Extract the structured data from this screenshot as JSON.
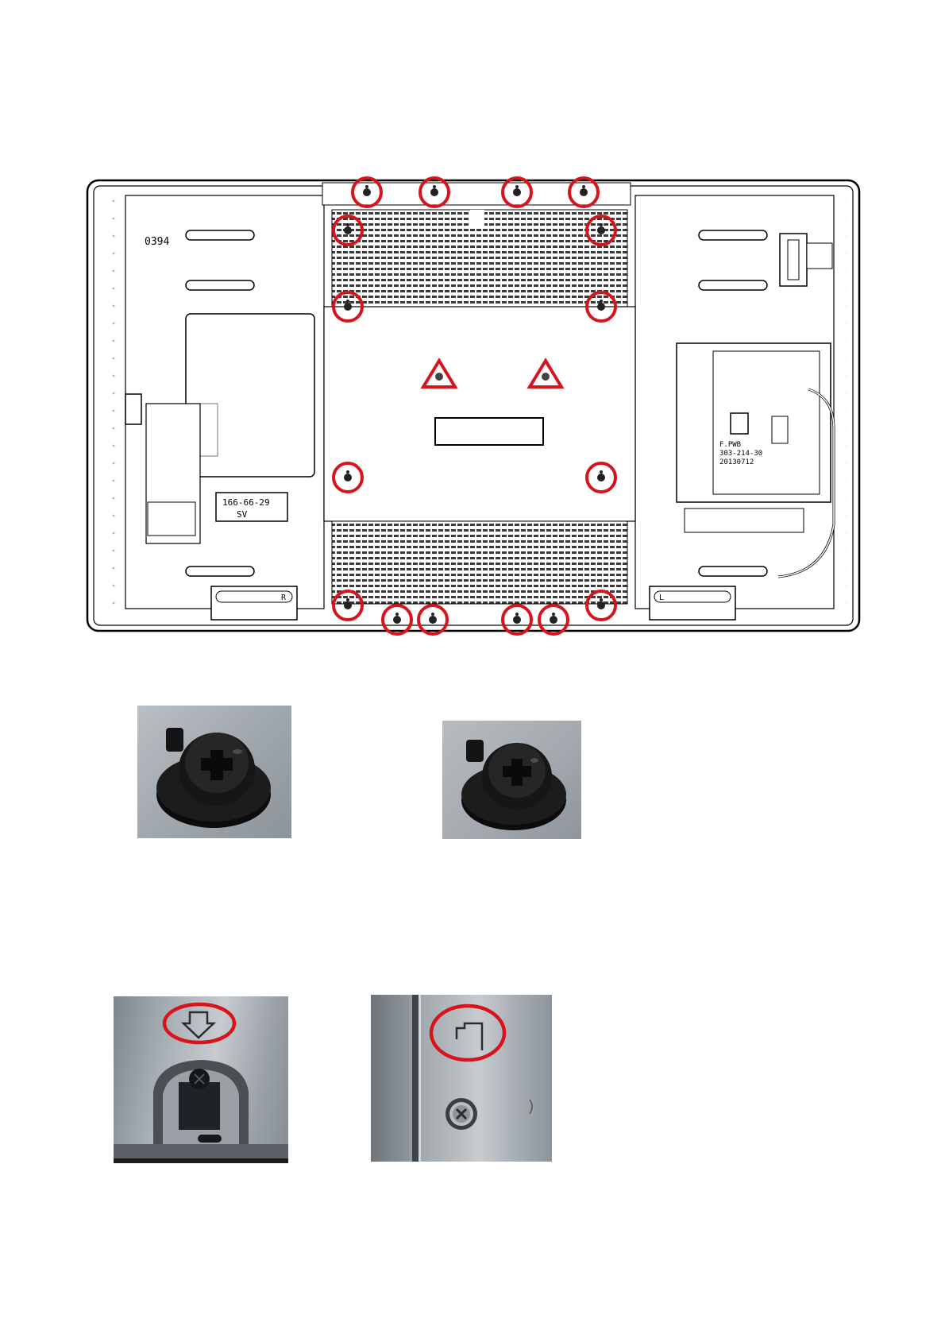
{
  "diagram": {
    "panel_labels": {
      "serial": "0394",
      "sticker": "166-66-29",
      "sticker2": "SV",
      "board_model": "F.PWB",
      "board_part": "303-214-30",
      "board_date": "20130712",
      "side_right": "R",
      "side_left": "L"
    },
    "highlight_color": "#d7131b",
    "warning_icon": "warning-triangle-icon",
    "screw_icon": "screw-marker-icon"
  },
  "photos": [
    {
      "name": "screw-photo-large",
      "subject": "black flange screw"
    },
    {
      "name": "screw-photo-small",
      "subject": "black flange screw"
    },
    {
      "name": "arrow-mark-photo",
      "subject": "arrow marking above bracket"
    },
    {
      "name": "step-mark-photo",
      "subject": "step marking above screw"
    }
  ]
}
